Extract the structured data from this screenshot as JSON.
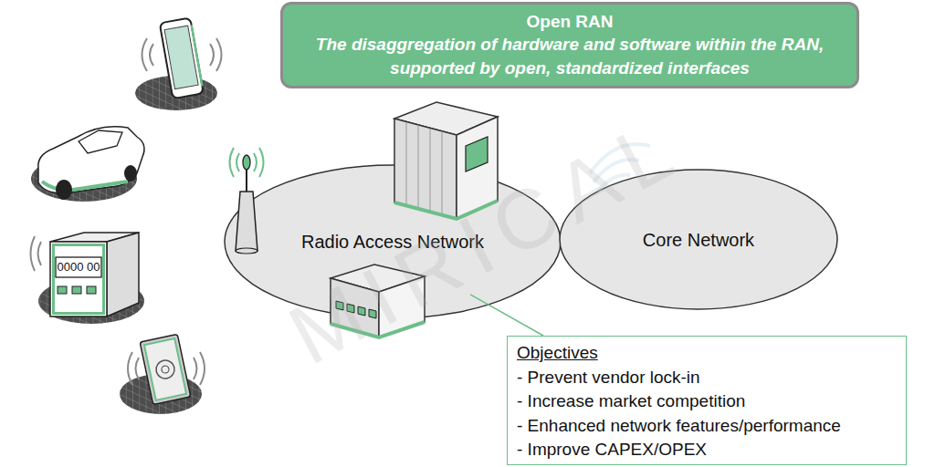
{
  "diagram": {
    "nodes": [
      {
        "text": [
          "Open RAN",
          "The disaggregation of hardware and software within the RAN, supported by open, standardized interfaces"
        ]
      },
      {
        "text": [
          "Radio Access Network"
        ]
      },
      {
        "text": [
          "Core Network"
        ]
      },
      {
        "text": [
          "Objectives",
          "- Prevent vendor lock-in",
          "- Increase market competition",
          "- Enhanced network features/performance",
          "- Improve CAPEX/OPEX"
        ]
      }
    ],
    "edges": [
      {
        "from": 1,
        "to": 3,
        "arrow": "none"
      }
    ],
    "labels": [
      "0000 00",
      "MIRICAL"
    ]
  }
}
